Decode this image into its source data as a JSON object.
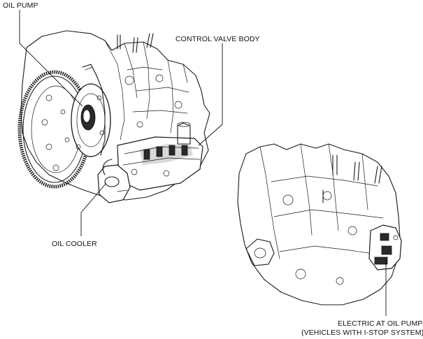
{
  "labels": {
    "oil_pump": "OIL PUMP",
    "control_valve_body": "CONTROL VALVE BODY",
    "oil_cooler": "OIL COOLER",
    "electric_pump_line1": "ELECTRIC AT OIL PUMP",
    "electric_pump_line2": "(VEHICLES WITH I-STOP SYSTEM)"
  }
}
